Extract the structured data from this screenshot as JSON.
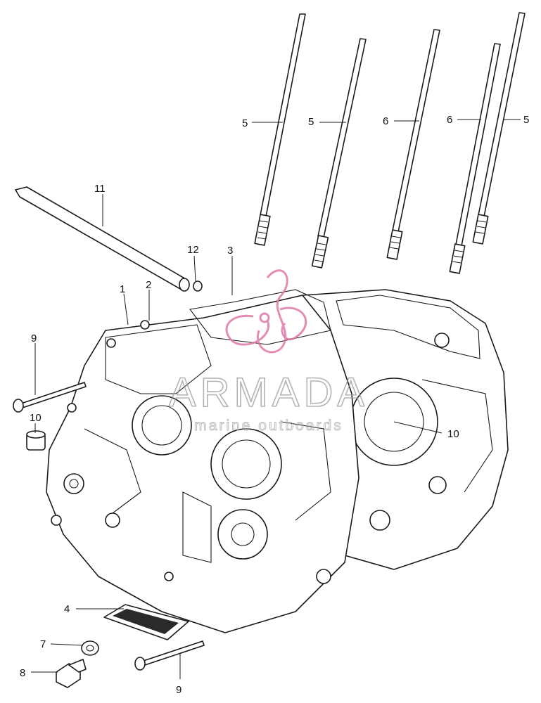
{
  "callouts": {
    "c1": "1",
    "c2": "2",
    "c3": "3",
    "c4": "4",
    "c5a": "5",
    "c5b": "5",
    "c5c": "5",
    "c6a": "6",
    "c6b": "6",
    "c7": "7",
    "c8": "8",
    "c9a": "9",
    "c9b": "9",
    "c10a": "10",
    "c10b": "10",
    "c11": "11",
    "c12": "12"
  },
  "watermark": {
    "brand": "ARMADA",
    "tagline": "marine outboards",
    "logo_color": "#e07aa8",
    "text_color": "#9a9a9a"
  },
  "colors": {
    "line": "#1a1a1a",
    "background": "#ffffff"
  }
}
